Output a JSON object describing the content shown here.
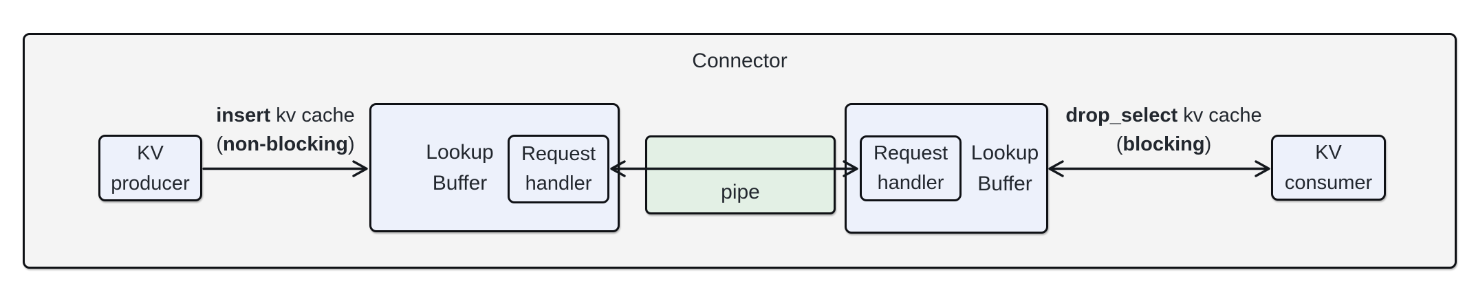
{
  "diagram": {
    "title": "Connector",
    "nodes": {
      "kv_producer": {
        "line1": "KV",
        "line2": "producer"
      },
      "lookup_buffer_left": {
        "line1": "Lookup",
        "line2": "Buffer"
      },
      "request_handler_left": {
        "line1": "Request",
        "line2": "handler"
      },
      "pipe": {
        "label": "pipe"
      },
      "request_handler_right": {
        "line1": "Request",
        "line2": "handler"
      },
      "lookup_buffer_right": {
        "line1": "Lookup",
        "line2": "Buffer"
      },
      "kv_consumer": {
        "line1": "KV",
        "line2": "consumer"
      }
    },
    "edges": {
      "insert": {
        "bold1": "insert",
        "rest1": " kv cache",
        "open2": "(",
        "bold2": "non-blocking",
        "close2": ")"
      },
      "drop_select": {
        "bold1": "drop_select",
        "rest1": " kv cache",
        "open2": "(",
        "bold2": "blocking",
        "close2": ")"
      }
    },
    "colors": {
      "canvas_bg": "#ffffff",
      "connector_fill": "#f4f4f4",
      "node_fill": "#edf1fb",
      "pipe_fill": "#e3f0e5",
      "border": "#0f1115",
      "text": "#22272e",
      "arrow": "#14181d"
    }
  }
}
